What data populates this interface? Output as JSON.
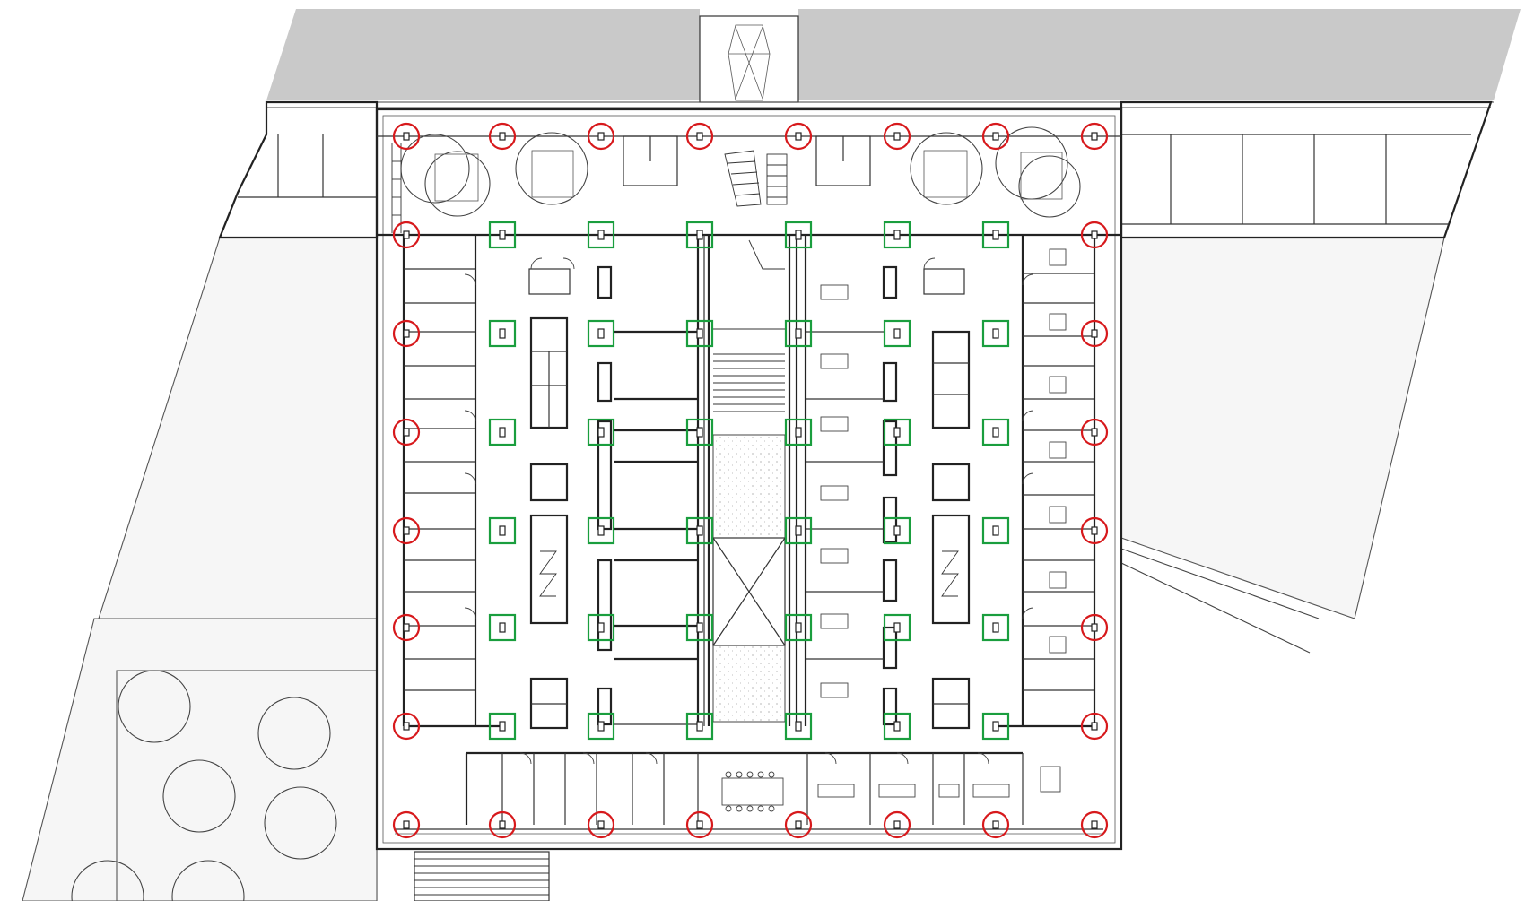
{
  "plan": {
    "colors": {
      "perimeter_column_marker": "#d7191c",
      "interior_column_marker": "#1a9e3e",
      "road": "#c9c9c9",
      "wall": "#222222"
    },
    "markers": {
      "perimeter_columns": [
        {
          "row": 0,
          "col": 0
        },
        {
          "row": 0,
          "col": 1
        },
        {
          "row": 0,
          "col": 2
        },
        {
          "row": 0,
          "col": 3
        },
        {
          "row": 0,
          "col": 4
        },
        {
          "row": 0,
          "col": 5
        },
        {
          "row": 0,
          "col": 6
        },
        {
          "row": 0,
          "col": 7
        },
        {
          "row": 1,
          "col": 0
        },
        {
          "row": 1,
          "col": 7
        },
        {
          "row": 2,
          "col": 0
        },
        {
          "row": 2,
          "col": 7
        },
        {
          "row": 3,
          "col": 0
        },
        {
          "row": 3,
          "col": 7
        },
        {
          "row": 4,
          "col": 0
        },
        {
          "row": 4,
          "col": 7
        },
        {
          "row": 5,
          "col": 0
        },
        {
          "row": 5,
          "col": 7
        },
        {
          "row": 6,
          "col": 0
        },
        {
          "row": 6,
          "col": 7
        },
        {
          "row": 7,
          "col": 0
        },
        {
          "row": 7,
          "col": 1
        },
        {
          "row": 7,
          "col": 2
        },
        {
          "row": 7,
          "col": 3
        },
        {
          "row": 7,
          "col": 4
        },
        {
          "row": 7,
          "col": 5
        },
        {
          "row": 7,
          "col": 6
        },
        {
          "row": 7,
          "col": 7
        }
      ],
      "interior_columns": [
        {
          "row": 1,
          "col": 1
        },
        {
          "row": 1,
          "col": 2
        },
        {
          "row": 1,
          "col": 3
        },
        {
          "row": 1,
          "col": 4
        },
        {
          "row": 1,
          "col": 5
        },
        {
          "row": 1,
          "col": 6
        },
        {
          "row": 2,
          "col": 1
        },
        {
          "row": 2,
          "col": 2
        },
        {
          "row": 2,
          "col": 3
        },
        {
          "row": 2,
          "col": 4
        },
        {
          "row": 2,
          "col": 5
        },
        {
          "row": 2,
          "col": 6
        },
        {
          "row": 3,
          "col": 1
        },
        {
          "row": 3,
          "col": 2
        },
        {
          "row": 3,
          "col": 3
        },
        {
          "row": 3,
          "col": 4
        },
        {
          "row": 3,
          "col": 5
        },
        {
          "row": 3,
          "col": 6
        },
        {
          "row": 4,
          "col": 1
        },
        {
          "row": 4,
          "col": 2
        },
        {
          "row": 4,
          "col": 3
        },
        {
          "row": 4,
          "col": 4
        },
        {
          "row": 4,
          "col": 5
        },
        {
          "row": 4,
          "col": 6
        },
        {
          "row": 5,
          "col": 1
        },
        {
          "row": 5,
          "col": 2
        },
        {
          "row": 5,
          "col": 3
        },
        {
          "row": 5,
          "col": 4
        },
        {
          "row": 5,
          "col": 5
        },
        {
          "row": 5,
          "col": 6
        },
        {
          "row": 6,
          "col": 1
        },
        {
          "row": 6,
          "col": 2
        },
        {
          "row": 6,
          "col": 3
        },
        {
          "row": 6,
          "col": 4
        },
        {
          "row": 6,
          "col": 5
        },
        {
          "row": 6,
          "col": 6
        }
      ]
    },
    "icons": {
      "perimeter_marker": "red-circle-icon",
      "interior_marker": "green-square-icon",
      "tree": "tree-circle-icon",
      "door": "door-swing-icon",
      "stair": "stair-icon"
    }
  }
}
